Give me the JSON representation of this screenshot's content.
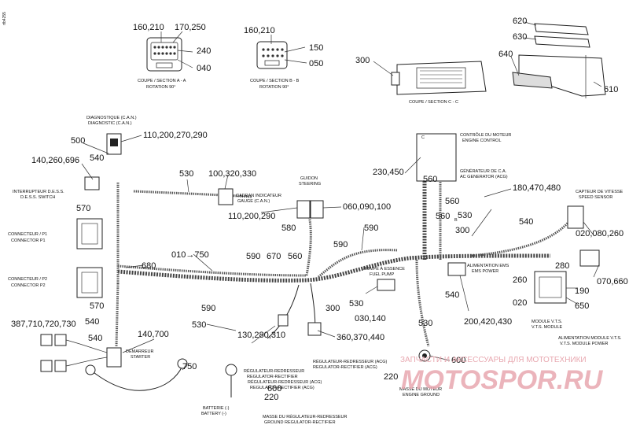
{
  "doc_id": "rtb4255",
  "callouts": [
    {
      "id": "c1",
      "text": "160,210"
    },
    {
      "id": "c2",
      "text": "170,250"
    },
    {
      "id": "c3",
      "text": "240"
    },
    {
      "id": "c4",
      "text": "040"
    },
    {
      "id": "c5",
      "text": "160,210"
    },
    {
      "id": "c6",
      "text": "150"
    },
    {
      "id": "c7",
      "text": "050"
    },
    {
      "id": "c8",
      "text": "300"
    },
    {
      "id": "c9",
      "text": "620"
    },
    {
      "id": "c10",
      "text": "630"
    },
    {
      "id": "c11",
      "text": "640"
    },
    {
      "id": "c12",
      "text": "610"
    },
    {
      "id": "c13",
      "text": "110,200,270,290"
    },
    {
      "id": "c14",
      "text": "500"
    },
    {
      "id": "c15",
      "text": "140,260,696"
    },
    {
      "id": "c16",
      "text": "540"
    },
    {
      "id": "c17",
      "text": "530"
    },
    {
      "id": "c18",
      "text": "100,320,330"
    },
    {
      "id": "c19",
      "text": "110,200,290"
    },
    {
      "id": "c20",
      "text": "060,090,100"
    },
    {
      "id": "c21",
      "text": "230,450"
    },
    {
      "id": "c22",
      "text": "560"
    },
    {
      "id": "c23",
      "text": "180,470,480"
    },
    {
      "id": "c24",
      "text": "560"
    },
    {
      "id": "c25",
      "text": "530"
    },
    {
      "id": "c26",
      "text": "540"
    },
    {
      "id": "c27",
      "text": "560"
    },
    {
      "id": "c28",
      "text": "570"
    },
    {
      "id": "c29",
      "text": "580"
    },
    {
      "id": "c30",
      "text": "590"
    },
    {
      "id": "c31",
      "text": "300"
    },
    {
      "id": "c32",
      "text": "020,080,260"
    },
    {
      "id": "c33",
      "text": "010→750"
    },
    {
      "id": "c34",
      "text": "590"
    },
    {
      "id": "c35",
      "text": "670"
    },
    {
      "id": "c36",
      "text": "560"
    },
    {
      "id": "c37",
      "text": "590"
    },
    {
      "id": "c38",
      "text": "680"
    },
    {
      "id": "c39",
      "text": "570"
    },
    {
      "id": "c40",
      "text": "590"
    },
    {
      "id": "c41",
      "text": "300"
    },
    {
      "id": "c42",
      "text": "530"
    },
    {
      "id": "c43",
      "text": "540"
    },
    {
      "id": "c44",
      "text": "280"
    },
    {
      "id": "c45",
      "text": "260"
    },
    {
      "id": "c46",
      "text": "020"
    },
    {
      "id": "c47",
      "text": "070,660"
    },
    {
      "id": "c48",
      "text": "190"
    },
    {
      "id": "c49",
      "text": "650"
    },
    {
      "id": "c50",
      "text": "030,140"
    },
    {
      "id": "c51",
      "text": "200,420,430"
    },
    {
      "id": "c52",
      "text": "387,710,720,730"
    },
    {
      "id": "c53",
      "text": "540"
    },
    {
      "id": "c54",
      "text": "540"
    },
    {
      "id": "c55",
      "text": "140,700"
    },
    {
      "id": "c56",
      "text": "530"
    },
    {
      "id": "c57",
      "text": "130,280,310"
    },
    {
      "id": "c58",
      "text": "360,370,440"
    },
    {
      "id": "c59",
      "text": "530"
    },
    {
      "id": "c60",
      "text": "750"
    },
    {
      "id": "c61",
      "text": "600"
    },
    {
      "id": "c62",
      "text": "220"
    },
    {
      "id": "c63",
      "text": "600"
    },
    {
      "id": "c64",
      "text": "220"
    }
  ],
  "labels": {
    "coupe_a_1": "COUPE / SECTION A - A",
    "coupe_a_2": "ROTATION 90°",
    "coupe_b_1": "COUPE / SECTION B - B",
    "coupe_b_2": "ROTATION 90°",
    "coupe_c": "COUPE / SECTION C - C",
    "diag_1": "DIAGNOSTIQUE (C.A.N.)",
    "diag_2": "DIAGNOSTIC (C.A.N.)",
    "inter_1": "INTERRUPTEUR D.E.S.S.",
    "inter_2": "D.E.S.S. SWITCH",
    "conn1_1": "CONNECTEUR / P1",
    "conn1_2": "CONNECTOR P1",
    "conn2_1": "CONNECTEUR / P2",
    "conn2_2": "CONNECTOR P2",
    "cadran_1": "CADRAN INDICATEUR",
    "cadran_2": "GAUGE (C.A.N.)",
    "guidon_1": "GUIDON",
    "guidon_2": "STEERING",
    "ctrl_1": "CONTRÔLE DU MOTEUR",
    "ctrl_2": "ENGINE CONTROL",
    "gen_1": "GÉNÉRATEUR DE C.A.",
    "gen_2": "AC GENERATOR (ACG)",
    "capteur_1": "CAPTEUR DE VITESSE",
    "capteur_2": "SPEED SENSOR",
    "pompe_1": "POMPE À ESSENCE",
    "pompe_2": "FUEL PUMP",
    "ems_1": "ALIMENTATION EMS",
    "ems_2": "EMS POWER",
    "vts_1": "MODULE V.T.S.",
    "vts_2": "V.T.S. MODULE",
    "vtsp_1": "ALIMENTATION MODULE V.T.S.",
    "vtsp_2": "V.T.S. MODULE POWER",
    "dem_1": "DÉMARREUR",
    "dem_2": "STARTER",
    "reg1_1": "RÉGULATEUR-REDRESSEUR",
    "reg1_2": "REGULATOR-RECTIFIER",
    "reg2_1": "RÉGULATEUR-REDRESSEUR (ACG)",
    "reg2_2": "REGULATOR-RECTIFIER (ACG)",
    "reg3_1": "RÉGULATEUR-REDRESSEUR (ACG)",
    "reg3_2": "REGULATOR-RECTIFIER (ACG)",
    "batt_1": "BATTERIE (-)",
    "batt_2": "BATTERY (-)",
    "masse_1": "MASSE DU MOTEUR",
    "masse_2": "ENGINE GROUND",
    "masse_reg_1": "MASSE DU RÉGULATEUR-REDRESSEUR",
    "masse_reg_2": "GROUND REGULATOR-RECTIFIER",
    "mark_c": "C",
    "mark_b": "B"
  },
  "watermark": {
    "line1": "ЗАПЧАСТИ И АКСЕССУАРЫ ДЛЯ МОТОТЕХНИКИ",
    "line2": "MOTOSPOR.RU",
    "color": "#e8a8b0"
  }
}
